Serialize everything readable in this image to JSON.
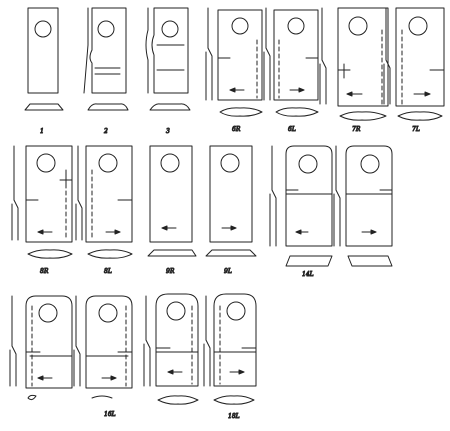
{
  "diagram": {
    "labels": {
      "l1": "1",
      "l2": "2",
      "l3": "3",
      "l6r": "6R",
      "l6l": "6L",
      "l7r": "7R",
      "l7l": "7L",
      "l8r": "8R",
      "l8l": "8L",
      "l9r": "9R",
      "l9l": "9L",
      "l14l": "14L",
      "l16l": "16L",
      "l18l": "18L"
    }
  }
}
